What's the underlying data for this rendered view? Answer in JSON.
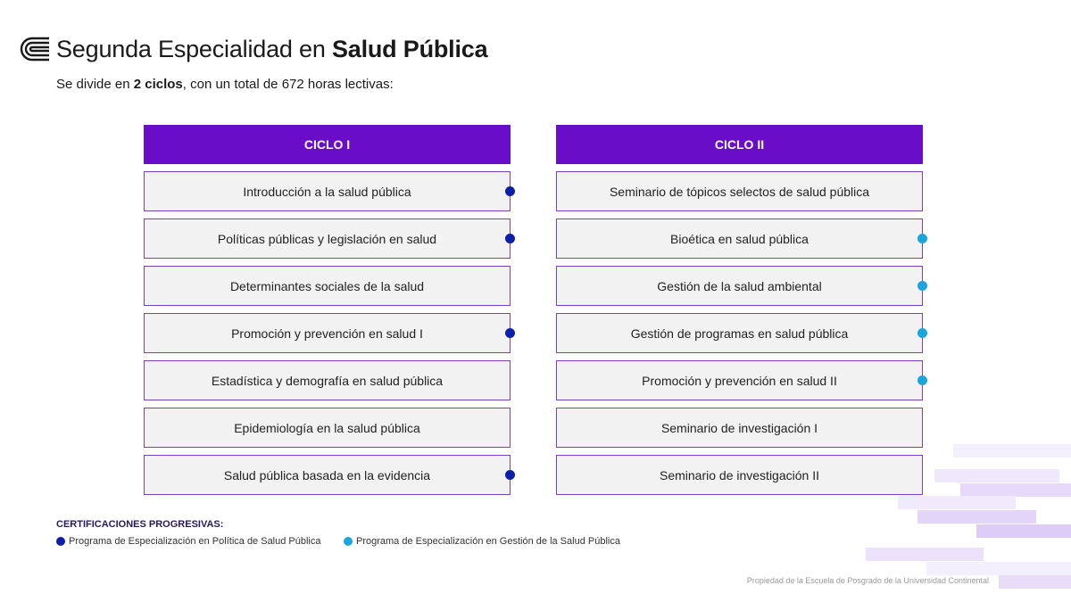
{
  "header": {
    "title_regular": "Segunda Especialidad en ",
    "title_bold": "Salud Pública",
    "subtitle_pre": "Se divide en ",
    "subtitle_bold": "2 ciclos",
    "subtitle_post": ", con un total de 672 horas lectivas:"
  },
  "colors": {
    "header_bg": "#6a0dc8",
    "border": "#7a3fc4",
    "cell_bg": "#f2f2f2",
    "policy_dot": "#0d1ea8",
    "management_dot": "#1aa6dd"
  },
  "cycles": [
    {
      "title": "CICLO I",
      "courses": [
        {
          "name": "Introducción a la salud pública",
          "cert": "policy"
        },
        {
          "name": "Políticas públicas y legislación en salud",
          "cert": "policy"
        },
        {
          "name": "Determinantes sociales de la salud",
          "cert": ""
        },
        {
          "name": "Promoción y prevención en salud I",
          "cert": "policy"
        },
        {
          "name": "Estadística y demografía en salud pública",
          "cert": ""
        },
        {
          "name": "Epidemiología en la salud pública",
          "cert": ""
        },
        {
          "name": "Salud pública basada en la evidencia",
          "cert": "policy"
        }
      ]
    },
    {
      "title": "CICLO II",
      "courses": [
        {
          "name": "Seminario de tópicos selectos de salud pública",
          "cert": ""
        },
        {
          "name": "Bioética en salud pública",
          "cert": "management"
        },
        {
          "name": "Gestión de la salud ambiental",
          "cert": "management"
        },
        {
          "name": "Gestión de programas en salud pública",
          "cert": "management"
        },
        {
          "name": "Promoción y prevención en salud II",
          "cert": "management"
        },
        {
          "name": "Seminario de investigación I",
          "cert": ""
        },
        {
          "name": "Seminario de investigación II",
          "cert": ""
        }
      ]
    }
  ],
  "certifications": {
    "title": "CERTIFICACIONES PROGRESIVAS:",
    "policy_label": "Programa de Especialización en Política de Salud Pública",
    "management_label": "Programa de Especialización en Gestión de la Salud Pública"
  },
  "footer": {
    "text": "Propiedad de la Escuela de Posgrado de la Universidad Continental"
  }
}
